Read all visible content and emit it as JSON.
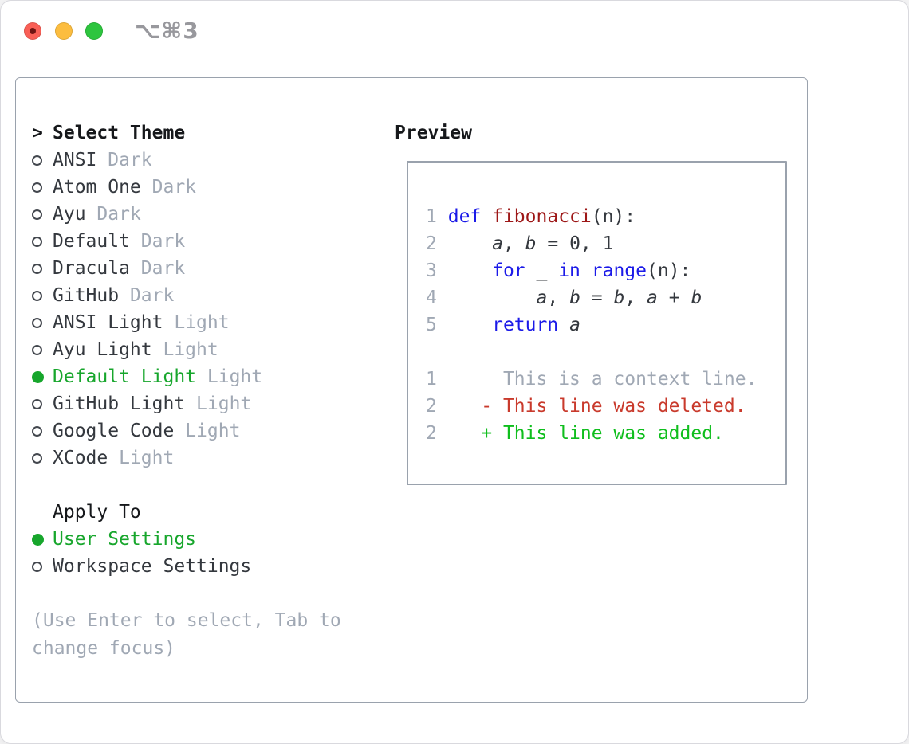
{
  "window": {
    "shortcut": "⌥⌘3"
  },
  "theme_panel": {
    "cursor": ">",
    "title": "Select Theme",
    "items": [
      {
        "name": "ANSI",
        "variant": "Dark",
        "selected": false
      },
      {
        "name": "Atom One",
        "variant": "Dark",
        "selected": false
      },
      {
        "name": "Ayu",
        "variant": "Dark",
        "selected": false
      },
      {
        "name": "Default",
        "variant": "Dark",
        "selected": false
      },
      {
        "name": "Dracula",
        "variant": "Dark",
        "selected": false
      },
      {
        "name": "GitHub",
        "variant": "Dark",
        "selected": false
      },
      {
        "name": "ANSI Light",
        "variant": "Light",
        "selected": false
      },
      {
        "name": "Ayu Light",
        "variant": "Light",
        "selected": false
      },
      {
        "name": "Default Light",
        "variant": "Light",
        "selected": true
      },
      {
        "name": "GitHub Light",
        "variant": "Light",
        "selected": false
      },
      {
        "name": "Google Code",
        "variant": "Light",
        "selected": false
      },
      {
        "name": "XCode",
        "variant": "Light",
        "selected": false
      }
    ],
    "apply_to": {
      "title": "Apply To",
      "options": [
        {
          "label": "User Settings",
          "selected": true
        },
        {
          "label": "Workspace Settings",
          "selected": false
        }
      ]
    },
    "hint": "(Use Enter to select, Tab to change focus)"
  },
  "preview": {
    "title": "Preview",
    "code_lines": [
      {
        "num": "1",
        "segments": [
          {
            "t": "def ",
            "c": "kw"
          },
          {
            "t": "fibonacci",
            "c": "fn"
          },
          {
            "t": "(n):",
            "c": "pl"
          }
        ]
      },
      {
        "num": "2",
        "segments": [
          {
            "t": "    ",
            "c": "pl"
          },
          {
            "t": "a",
            "c": "var"
          },
          {
            "t": ", ",
            "c": "pl"
          },
          {
            "t": "b",
            "c": "var"
          },
          {
            "t": " = 0, 1",
            "c": "pl"
          }
        ]
      },
      {
        "num": "3",
        "segments": [
          {
            "t": "    ",
            "c": "pl"
          },
          {
            "t": "for",
            "c": "kw"
          },
          {
            "t": " _ ",
            "c": "pl"
          },
          {
            "t": "in",
            "c": "kw"
          },
          {
            "t": " ",
            "c": "pl"
          },
          {
            "t": "range",
            "c": "kw"
          },
          {
            "t": "(n):",
            "c": "pl"
          }
        ]
      },
      {
        "num": "4",
        "segments": [
          {
            "t": "        ",
            "c": "pl"
          },
          {
            "t": "a",
            "c": "var"
          },
          {
            "t": ", ",
            "c": "pl"
          },
          {
            "t": "b",
            "c": "var"
          },
          {
            "t": " = ",
            "c": "pl"
          },
          {
            "t": "b",
            "c": "var"
          },
          {
            "t": ", ",
            "c": "pl"
          },
          {
            "t": "a",
            "c": "var"
          },
          {
            "t": " + ",
            "c": "pl"
          },
          {
            "t": "b",
            "c": "var"
          }
        ]
      },
      {
        "num": "5",
        "segments": [
          {
            "t": "    ",
            "c": "pl"
          },
          {
            "t": "return",
            "c": "kw"
          },
          {
            "t": " ",
            "c": "pl"
          },
          {
            "t": "a",
            "c": "var"
          }
        ]
      },
      {
        "num": "",
        "segments": []
      },
      {
        "num": "1",
        "segments": [
          {
            "t": "     This is a context line.",
            "c": "ctx"
          }
        ]
      },
      {
        "num": "2",
        "segments": [
          {
            "t": "   ",
            "c": "pl"
          },
          {
            "t": "- This line was deleted.",
            "c": "del"
          }
        ]
      },
      {
        "num": "2",
        "segments": [
          {
            "t": "   ",
            "c": "pl"
          },
          {
            "t": "+ This line was added.",
            "c": "add"
          }
        ]
      }
    ]
  },
  "colors": {
    "accent_green": "#17a62c",
    "diff_green": "#0fbe1d",
    "diff_red": "#c93a2c",
    "keyword_blue": "#1b1ae8",
    "function_red": "#9d1717",
    "muted": "#a0a8b4",
    "text": "#34383e",
    "heading": "#16181b",
    "border": "#9aa2ad",
    "window_border": "#d9d9de",
    "titlebar_gray": "#98989d",
    "tl_red": "#f95f56",
    "tl_red_dot": "#701412",
    "tl_yellow": "#fcbd3f",
    "tl_green": "#2dc53e"
  }
}
